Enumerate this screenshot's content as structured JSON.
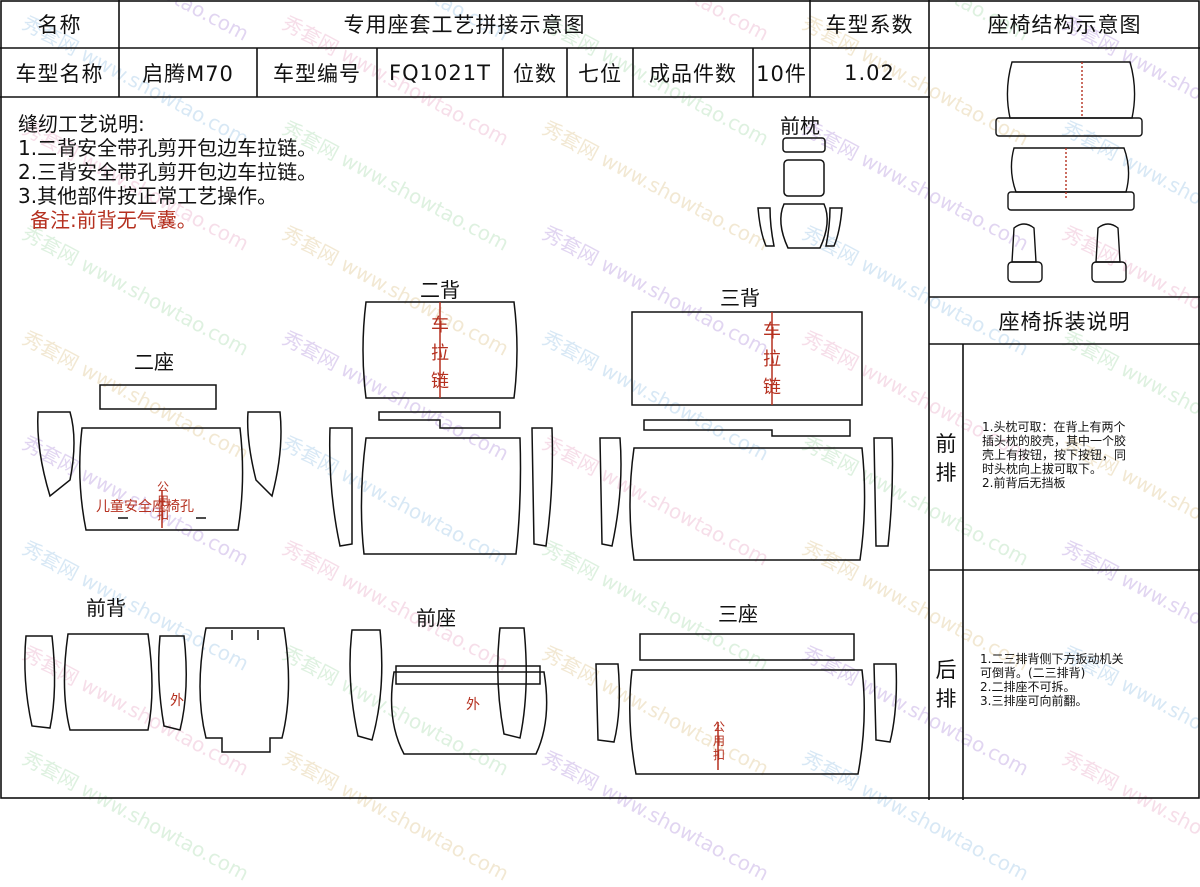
{
  "header": {
    "name_label": "名称",
    "title": "专用座套工艺拼接示意图",
    "coef_label": "车型系数",
    "struct_title": "座椅结构示意图",
    "model_name_label": "车型名称",
    "model_name": "启腾M70",
    "model_code_label": "车型编号",
    "model_code": "FQ1021T",
    "seats_label": "位数",
    "seats": "七位",
    "pieces_label": "成品件数",
    "pieces": "10件",
    "coef": "1.02"
  },
  "notes": {
    "heading": "缝纫工艺说明:",
    "items": [
      "1.二背安全带孔剪开包边车拉链。",
      "2.三背安全带孔剪开包边车拉链。",
      "3.其他部件按正常工艺操作。"
    ],
    "remark": "备注:前背无气囊。"
  },
  "pieces": {
    "front_headrest": "前枕",
    "second_back": "二背",
    "third_back": "三背",
    "second_seat": "二座",
    "front_back": "前背",
    "front_seat": "前座",
    "third_seat": "三座",
    "zipper_label": [
      "车",
      "拉",
      "链"
    ],
    "child_seat_hole": "儿童安全座椅孔",
    "public_label": [
      "公",
      "用",
      "扣"
    ],
    "outer_label": "外"
  },
  "disassembly": {
    "title": "座椅拆装说明",
    "front_row_label": "前排",
    "rear_row_label": "后排",
    "front_row_text": [
      "1.头枕可取：在背上有两个",
      "插头枕的胶壳，其中一个胶",
      "壳上有按钮，按下按钮，同",
      "时头枕向上拔可取下。",
      "2.前背后无挡板"
    ],
    "rear_row_text": [
      "1.二三排背侧下方扳动机关",
      "可倒背。(二三排背)",
      "2.二排座不可拆。",
      "3.三排座可向前翻。"
    ]
  },
  "watermark": {
    "text": "秀套网 www.showtao.com"
  }
}
